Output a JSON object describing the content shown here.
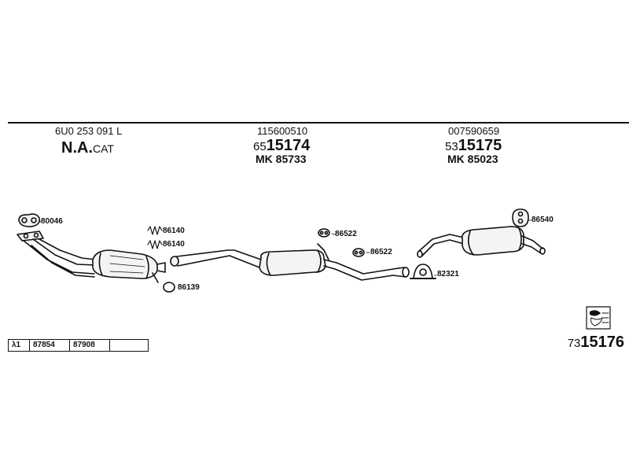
{
  "header": {
    "col1": {
      "line1": "6U0 253 091 L",
      "line2_bold": "N.A.",
      "line2_rest": "CAT"
    },
    "col2": {
      "line1": "115600510",
      "prefix": "65",
      "code": "15174",
      "mk": "MK 85733"
    },
    "col3": {
      "line1": "007590659",
      "prefix": "53",
      "code": "15175",
      "mk": "MK 85023"
    }
  },
  "parts": {
    "gasket_80046": "80046",
    "spring_86140_a": "86140",
    "spring_86140_b": "86140",
    "ring_86139": "86139",
    "hanger_86522_a": "86522",
    "hanger_86522_b": "86522",
    "clamp_82321": "82321",
    "hanger_86540": "86540"
  },
  "footer": {
    "lambda": "λ1",
    "cell1": "87854",
    "cell2": "87908",
    "cell3": "",
    "prefix": "73",
    "code": "15176"
  },
  "colors": {
    "ink": "#111111",
    "pipe_fill": "#f4f4f4"
  }
}
